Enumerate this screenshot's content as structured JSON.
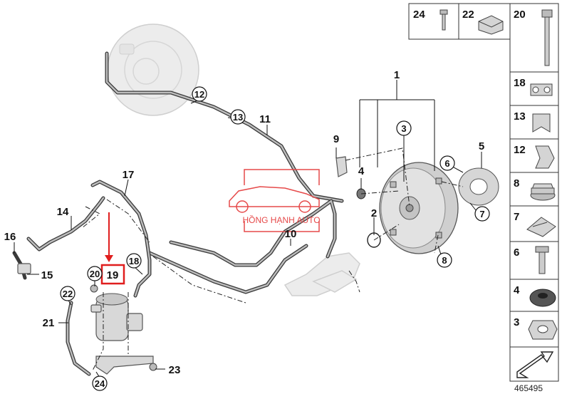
{
  "document_id": "465495",
  "watermark": {
    "text": "HỒNG HẠNH AUTO",
    "color": "#e64a4a"
  },
  "highlight": {
    "label": "19",
    "color": "#e01e1e"
  },
  "diagram_labels": {
    "p1": "1",
    "p2": "2",
    "p3": "3",
    "p4": "4",
    "p5": "5",
    "p6": "6",
    "p7": "7",
    "p8": "8",
    "p9": "9",
    "p10": "10",
    "p11": "11",
    "p12": "12",
    "p13": "13",
    "p14": "14",
    "p15": "15",
    "p16": "16",
    "p17": "17",
    "p18": "18",
    "p20": "20",
    "p21": "21",
    "p22": "22",
    "p23": "23",
    "p24": "24"
  },
  "legend_top": [
    {
      "label": "24",
      "icon": "blind-rivet-icon"
    },
    {
      "label": "22",
      "icon": "hose-clip-icon"
    }
  ],
  "legend_side": [
    {
      "label": "20",
      "icon": "bolt-icon"
    },
    {
      "label": "18",
      "icon": "double-clip-icon"
    },
    {
      "label": "13",
      "icon": "line-clip-icon"
    },
    {
      "label": "12",
      "icon": "bracket-clip-icon"
    },
    {
      "label": "8",
      "icon": "hex-nut-flange-icon"
    },
    {
      "label": "7",
      "icon": "spring-clip-icon"
    },
    {
      "label": "6",
      "icon": "pin-icon"
    },
    {
      "label": "4",
      "icon": "grommet-icon"
    },
    {
      "label": "3",
      "icon": "hex-nut-icon"
    }
  ],
  "legend_arrow": {
    "icon": "direction-arrow-icon"
  },
  "colors": {
    "line": "#111111",
    "part_fill": "#d8d8d8",
    "ghost_fill": "#ececec",
    "highlight": "#e01e1e"
  }
}
